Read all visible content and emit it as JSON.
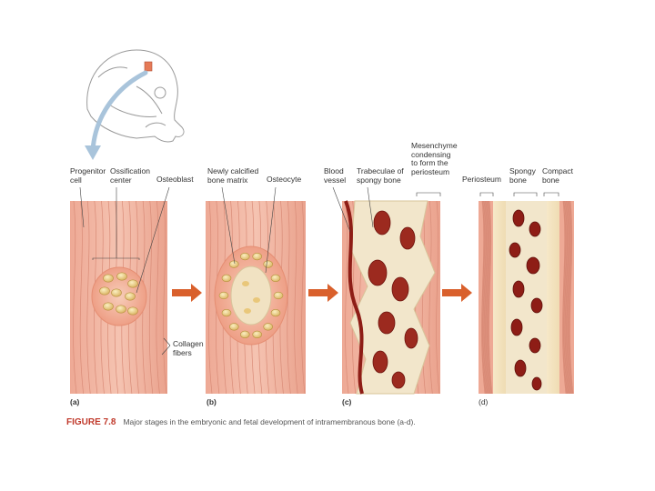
{
  "labels": {
    "a": {
      "progenitor": "Progenitor\ncell",
      "ossification": "Ossification\ncenter",
      "osteoblast": "Osteoblast",
      "collagen": "Collagen\nfibers",
      "panel": "(a)"
    },
    "b": {
      "newly": "Newly calcified\nbone matrix",
      "osteocyte": "Osteocyte",
      "panel": "(b)"
    },
    "c": {
      "blood": "Blood\nvessel",
      "trabeculae": "Trabeculae of\nspongy bone",
      "mesenchyme": "Mesenchyme\ncondensing\nto form the\nperiosteum",
      "panel": "(c)"
    },
    "d": {
      "periosteum": "Periosteum",
      "spongy": "Spongy\nbone",
      "compact": "Compact\nbone",
      "panel": "(d)"
    }
  },
  "caption": {
    "figure_number": "FIGURE 7.8",
    "text": "Major stages in the embryonic and fetal development of intramembranous bone (a-d)."
  },
  "colors": {
    "tissue": "#f1b9a6",
    "tissue_dark": "#e59a86",
    "fiber": "#d98b77",
    "cell": "#efd593",
    "bone": "#f2e6cb",
    "blood": "#8e1d16",
    "arrow": "#d9602c",
    "pointer": "#a9c4db"
  }
}
